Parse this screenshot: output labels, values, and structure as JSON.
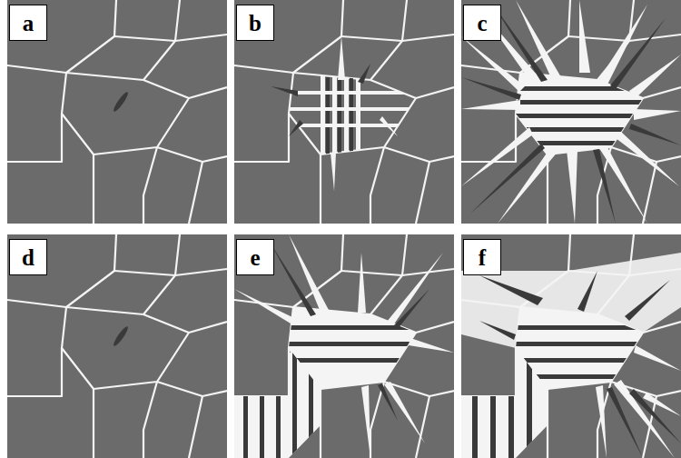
{
  "diagram": {
    "nodes": [
      {
        "text": [
          "a"
        ]
      },
      {
        "text": [
          "b"
        ]
      },
      {
        "text": [
          "c"
        ]
      },
      {
        "text": [
          "d"
        ]
      },
      {
        "text": [
          "e"
        ]
      },
      {
        "text": [
          "f"
        ]
      }
    ]
  }
}
